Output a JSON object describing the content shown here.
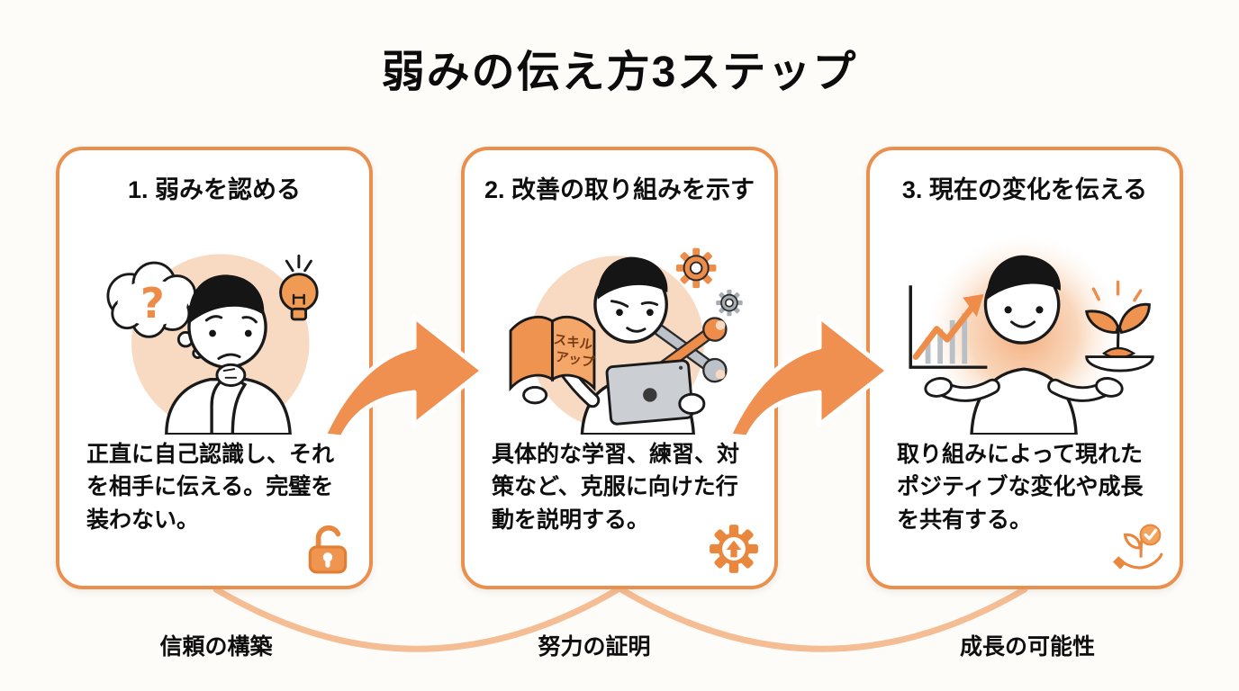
{
  "title": "弱みの伝え方3ステップ",
  "steps": [
    {
      "heading": "1. 弱みを認める",
      "description": "正直に自己認識し、それを相手に伝える。完璧を装わない。",
      "footer_label": "信頼の構築",
      "illustration": "thinking-person",
      "badge_icon": "open-padlock-icon"
    },
    {
      "heading": "2. 改善の取り組みを示す",
      "description": "具体的な学習、練習、対策など、克服に向けた行動を説明する。",
      "footer_label": "努力の証明",
      "illustration": "studying-person",
      "badge_icon": "gear-up-arrow-icon",
      "book_lines": [
        "スキル",
        "アップ"
      ]
    },
    {
      "heading": "3. 現在の変化を伝える",
      "description": "取り組みによって現れたポジティブな変化や成長を共有する。",
      "footer_label": "成長の可能性",
      "illustration": "growth-person",
      "badge_icon": "hand-plant-check-icon"
    }
  ],
  "colors": {
    "accent": "#EB8F4D",
    "accent_dark": "#E07F33",
    "connector": "#F5BD94",
    "illustration_bg": "#F8D9C2",
    "text": "#111111",
    "card_bg": "#FFFFFF",
    "page_bg": "#FDFCF9"
  }
}
